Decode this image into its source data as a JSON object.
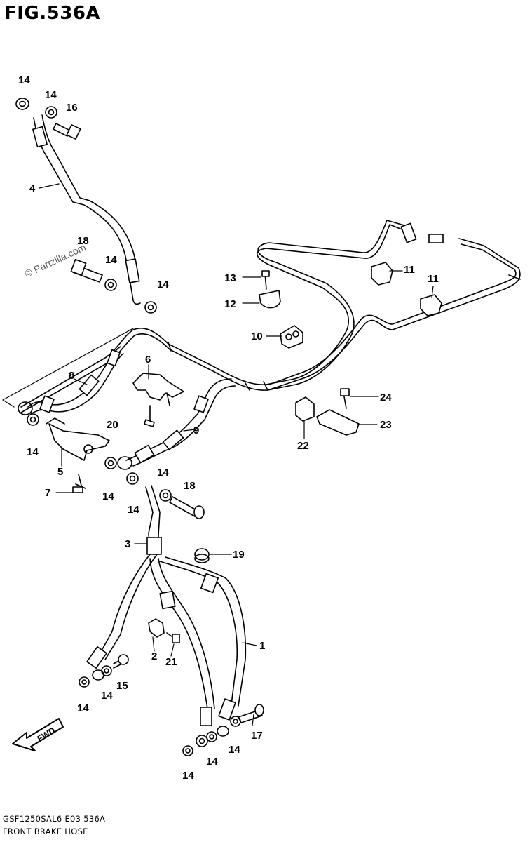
{
  "header": {
    "title": "FIG.536A"
  },
  "watermark": "© Partzilla.com",
  "footer": {
    "code": "GSF1250SAL6  E03  536A",
    "caption": "FRONT BRAKE HOSE"
  },
  "arrow_label": "FWD",
  "callouts": {
    "c14_a": "14",
    "c14_b": "14",
    "c16": "16",
    "c4": "4",
    "c18_a": "18",
    "c14_c": "14",
    "c14_d": "14",
    "c13": "13",
    "c12": "12",
    "c11_a": "11",
    "c11_b": "11",
    "c10": "10",
    "c8": "8",
    "c6": "6",
    "c20": "20",
    "c14_e": "14",
    "c5": "5",
    "c7": "7",
    "c9": "9",
    "c24": "24",
    "c23": "23",
    "c22": "22",
    "c14_f": "14",
    "c14_g": "14",
    "c14_h": "14",
    "c18_b": "18",
    "c3": "3",
    "c19": "19",
    "c1": "1",
    "c2": "2",
    "c21": "21",
    "c15": "15",
    "c14_i": "14",
    "c14_j": "14",
    "c17": "17",
    "c14_k": "14",
    "c14_l": "14",
    "c14_m": "14"
  }
}
